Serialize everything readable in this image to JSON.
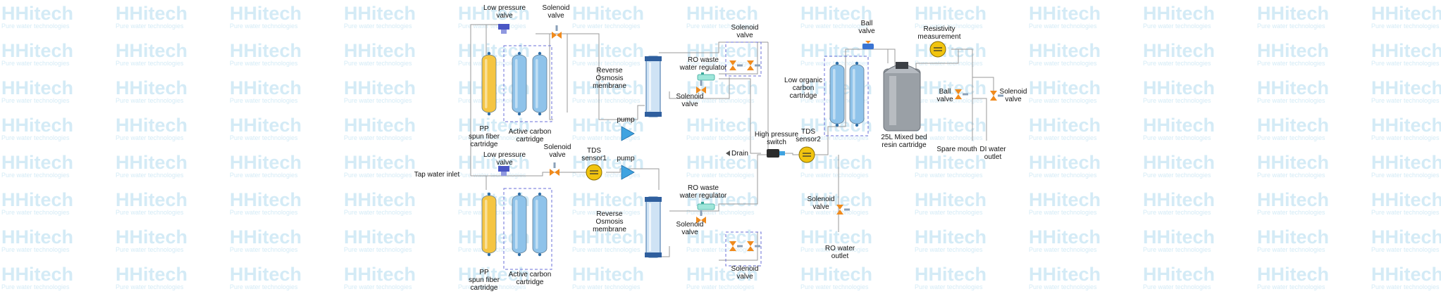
{
  "watermark": {
    "brand": "HHitech",
    "slogan": "Pure water technologies"
  },
  "labels": {
    "tap_water_inlet": "Tap water inlet",
    "low_pressure_valve_top": [
      "Low pressure",
      "valve"
    ],
    "solenoid_valve_top": [
      "Solenoid",
      "valve"
    ],
    "pp_top": [
      "PP",
      "spun fiber",
      "cartridge"
    ],
    "active_carbon_top": [
      "Active carbon",
      "cartridge"
    ],
    "ro_membrane_top": [
      "Reverse",
      "Osmosis",
      "membrane"
    ],
    "pump_top": "pump",
    "ro_waste_regulator_top": [
      "RO waste",
      "water regulator"
    ],
    "solenoid_waste_top": [
      "Solenoid",
      "valve"
    ],
    "solenoid_flush_top": [
      "Solenoid",
      "valve"
    ],
    "low_pressure_valve_bottom": [
      "Low pressure",
      "valve"
    ],
    "solenoid_valve_bottom": [
      "Solenoid",
      "valve"
    ],
    "tds_sensor1": [
      "TDS",
      "sensor1"
    ],
    "pump_bottom": "pump",
    "pp_bottom": [
      "PP",
      "spun fiber",
      "cartridge"
    ],
    "active_carbon_bottom": [
      "Active carbon",
      "cartridge"
    ],
    "ro_membrane_bottom": [
      "Reverse",
      "Osmosis",
      "membrane"
    ],
    "ro_waste_regulator_bottom": [
      "RO waste",
      "water regulator"
    ],
    "solenoid_waste_bottom": [
      "Solenoid",
      "valve"
    ],
    "solenoid_flush_bottom": [
      "Solenoid",
      "valve"
    ],
    "drain": "Drain",
    "high_pressure_switch": [
      "High pressure",
      "switch"
    ],
    "tds_sensor2": [
      "TDS",
      "sensor2"
    ],
    "low_organic": [
      "Low organic",
      "carbon",
      "cartridge"
    ],
    "solenoid_ro_outlet": [
      "Solenoid",
      "valve"
    ],
    "ro_water_outlet": [
      "RO water",
      "outlet"
    ],
    "ball_valve_top": [
      "Ball",
      "valve"
    ],
    "resistivity": [
      "Resistivity",
      "measurement"
    ],
    "mixed_bed": [
      "25L Mixed bed",
      "resin cartridge"
    ],
    "ball_valve_right": [
      "Ball",
      "valve"
    ],
    "solenoid_right": [
      "Solenoid",
      "valve"
    ],
    "spare_mouth": "Spare mouth",
    "di_water_outlet": [
      "DI water",
      "outlet"
    ]
  },
  "colors": {
    "pp_cartridge": "#f5c542",
    "carbon_cartridge": "#8fc3ea",
    "pump": "#3fa3e0",
    "sensor": "#f1c40f",
    "valve": "#f08a1c",
    "dashed_box": "#6a6fd8",
    "tank": "#9aa0a6",
    "watermark": "#d4ebf6"
  }
}
